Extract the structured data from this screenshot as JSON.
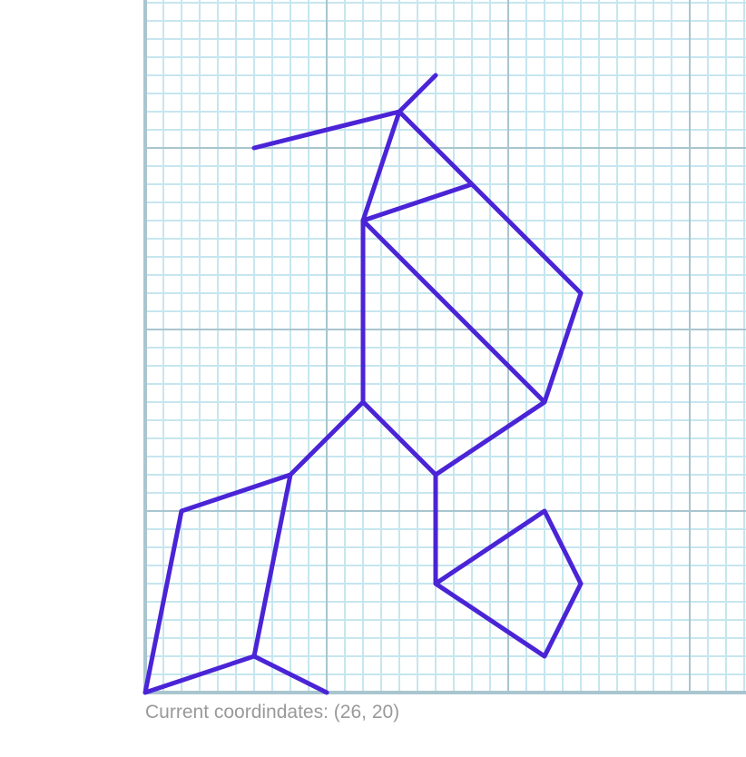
{
  "canvas": {
    "grid_minor_color": "#c6e6ef",
    "grid_major_color": "#a9c5cf",
    "axis_color": "#a9c5cf",
    "stroke_color": "#4a24d6",
    "major_every": 5,
    "polylines": [
      [
        [
          3,
          15
        ],
        [
          7,
          16
        ],
        [
          8,
          17
        ]
      ],
      [
        [
          7,
          16
        ],
        [
          6,
          13
        ],
        [
          9,
          14
        ]
      ],
      [
        [
          7,
          16
        ],
        [
          12,
          11
        ],
        [
          11,
          8
        ],
        [
          6,
          13
        ],
        [
          6,
          8
        ],
        [
          8,
          6
        ],
        [
          11,
          8
        ]
      ],
      [
        [
          6,
          8
        ],
        [
          4,
          6
        ],
        [
          1,
          5
        ],
        [
          0,
          0
        ],
        [
          3,
          1
        ],
        [
          5,
          0
        ]
      ],
      [
        [
          4,
          6
        ],
        [
          3,
          1
        ]
      ],
      [
        [
          8,
          6
        ],
        [
          8,
          3
        ],
        [
          11,
          5
        ],
        [
          12,
          3
        ],
        [
          11,
          1
        ],
        [
          8,
          3
        ]
      ]
    ]
  },
  "status": {
    "label": "Current coordindates:",
    "coordinates": "(26, 20)"
  }
}
